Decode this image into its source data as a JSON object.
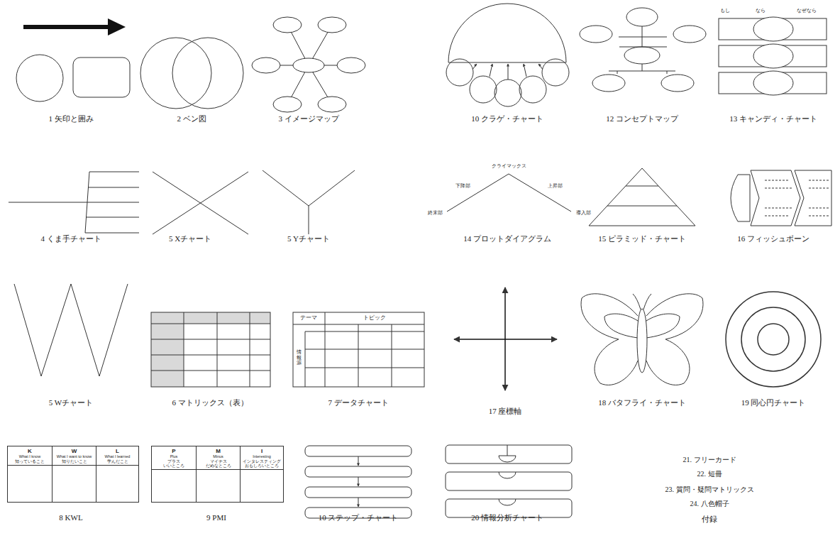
{
  "diagram": {
    "nodes": [
      {
        "text": [
          "K",
          "What I know",
          "知っていること"
        ]
      },
      {
        "text": [
          "W",
          "What I want to know",
          "知りたいこと"
        ]
      },
      {
        "text": [
          "L",
          "What I learned",
          "学んだこと"
        ]
      },
      {
        "text": [
          "P",
          "Plus",
          "プラス",
          "いいところ"
        ]
      },
      {
        "text": [
          "M",
          "Minus",
          "マイナス",
          "だめなところ"
        ]
      },
      {
        "text": [
          "I",
          "Interesting",
          "インタレスティング",
          "おもしろいところ"
        ]
      }
    ],
    "labels": [
      "1 矢印と囲み",
      "2 ベン図",
      "3 イメージマップ",
      "10 クラゲ・チャート",
      "12 コンセプトマップ",
      "13 キャンディ・チャート",
      "もし",
      "なら",
      "なぜなら",
      "4 くま手チャート",
      "5 Xチャート",
      "5 Yチャート",
      "14 プロットダイアグラム",
      "15 ピラミッド・チャート",
      "16 フィッシュボーン",
      "クライマックス",
      "下降部",
      "上昇部",
      "終末部",
      "導入部",
      "5 Wチャート",
      "6 マトリックス（表）",
      "7 データチャート",
      "17 座標軸",
      "18 バタフライ・チャート",
      "19 同心円チャート",
      "テーマ",
      "トピック",
      "情報源",
      "8 KWL",
      "9 PMI",
      "10 ステップ・チャート",
      "20 情報分析チャート",
      "21. フリーカード",
      "22. 短冊",
      "23. 質問・疑問マトリックス",
      "24. 八色帽子",
      "付録"
    ]
  }
}
